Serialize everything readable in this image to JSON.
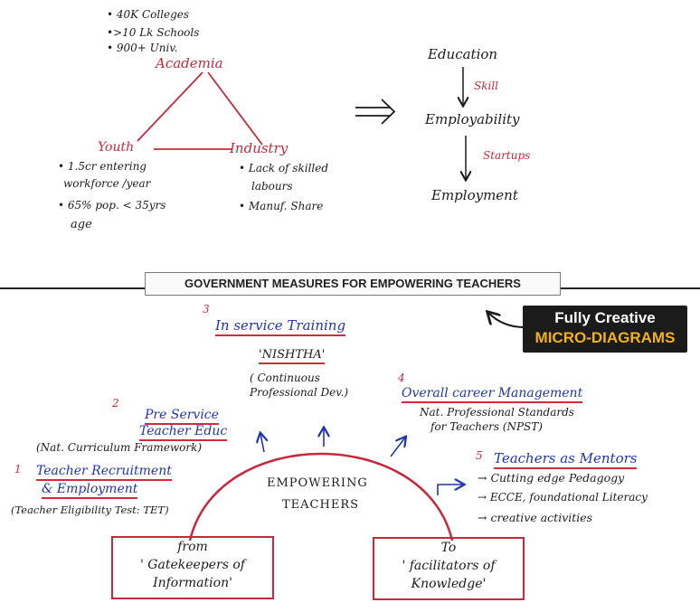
{
  "top": {
    "stats": [
      "• 40K Colleges",
      "•>10 Lk Schools",
      "• 900+ Univ."
    ],
    "academia": "Academia",
    "youth": "Youth",
    "youth_points": [
      "• 1.5cr entering",
      "workforce /year",
      "• 65% pop. < 35yrs",
      "age"
    ],
    "industry": "Industry",
    "industry_points": [
      "• Lack of skilled",
      "labours",
      "• Manuf. Share"
    ],
    "education": "Education",
    "skill": "Skill",
    "employability": "Employability",
    "startups": "Startups",
    "employment": "Employment"
  },
  "banner": "GOVERNMENT MEASURES FOR EMPOWERING TEACHERS",
  "badge": {
    "line1": "Fully Creative",
    "line2": "MICRO-DIAGRAMS"
  },
  "center": {
    "line1": "EMPOWERING",
    "line2": "TEACHERS"
  },
  "items": {
    "one": {
      "num": "1",
      "title1": "Teacher Recruitment",
      "title2": "& Employment",
      "note": "(Teacher Eligibility Test: TET)"
    },
    "two": {
      "num": "2",
      "title1": "Pre Service",
      "title2": "Teacher Educ",
      "note": "(Nat. Curriculum Framework)"
    },
    "three": {
      "num": "3",
      "title": "In service Training",
      "sub": "'NISHTHA'",
      "note1": "( Continuous",
      "note2": "Professional Dev.)"
    },
    "four": {
      "num": "4",
      "title": "Overall career Management",
      "note1": "Nat. Professional Standards",
      "note2": "for Teachers (NPST)"
    },
    "five": {
      "num": "5",
      "title": "Teachers as Mentors",
      "points": [
        "→ Cutting edge Pedagogy",
        "→ ECCE, foundational Literacy",
        "→ creative activities"
      ]
    }
  },
  "from_box": {
    "line1": "from",
    "line2": "' Gatekeepers of",
    "line3": "Information'"
  },
  "to_box": {
    "line1": "To",
    "line2": "' facilitators of",
    "line3": "Knowledge'"
  },
  "colors": {
    "red": "#c8283c",
    "blue": "#1f35b4",
    "ink": "#1c1c1c",
    "badge_bg": "#1b1b1b",
    "badge_accent": "#f2b11a"
  }
}
